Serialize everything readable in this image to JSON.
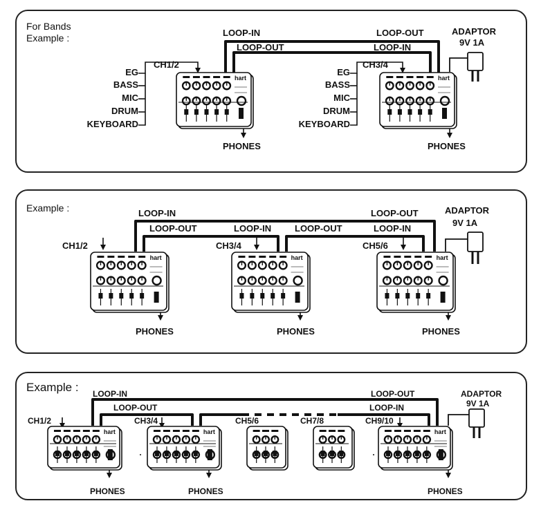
{
  "panel1": {
    "caption_line1": "For Bands",
    "caption_line2": "Example :",
    "loop_in_left": "LOOP-IN",
    "loop_out_left": "LOOP-OUT",
    "loop_out_right": "LOOP-OUT",
    "loop_in_right": "LOOP-IN",
    "adaptor_line1": "ADAPTOR",
    "adaptor_line2": "9V 1A",
    "input_a": "CH1/2",
    "input_b": "CH3/4",
    "sources_a": [
      "EG",
      "BASS",
      "MIC",
      "DRUM",
      "KEYBOARD"
    ],
    "sources_b": [
      "EG",
      "BASS",
      "MIC",
      "DRUM",
      "KEYBOARD"
    ],
    "phones_a": "PHONES",
    "phones_b": "PHONES"
  },
  "panel2": {
    "caption": "Example :",
    "loop_in_top": "LOOP-IN",
    "loop_out_top": "LOOP-OUT",
    "loop_out_1": "LOOP-OUT",
    "loop_in_1": "LOOP-IN",
    "loop_out_2": "LOOP-OUT",
    "loop_in_2": "LOOP-IN",
    "adaptor_line1": "ADAPTOR",
    "adaptor_line2": "9V 1A",
    "ch_a": "CH1/2",
    "ch_b": "CH3/4",
    "ch_c": "CH5/6",
    "phones": [
      "PHONES",
      "PHONES",
      "PHONES"
    ]
  },
  "panel3": {
    "caption": "Example :",
    "loop_in_top": "LOOP-IN",
    "loop_out_top": "LOOP-OUT",
    "loop_out_1": "LOOP-OUT",
    "loop_in_1": "LOOP-IN",
    "adaptor_line1": "ADAPTOR",
    "adaptor_line2": "9V 1A",
    "ch_a": "CH1/2",
    "ch_b": "CH3/4",
    "ch_c": "CH5/6",
    "ch_d": "CH7/8",
    "ch_e": "CH9/10",
    "phones": [
      "PHONES",
      "PHONES",
      "PHONES"
    ]
  },
  "brand": "hart"
}
